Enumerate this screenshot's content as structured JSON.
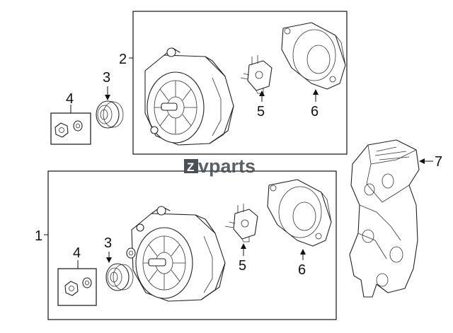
{
  "watermark": {
    "text": "vparts",
    "mark": "Z"
  },
  "callouts": {
    "c1": "1",
    "c2": "2",
    "c3_top": "3",
    "c3_bottom": "3",
    "c4_top": "4",
    "c4_bottom": "4",
    "c5_top": "5",
    "c5_bottom": "5",
    "c6_top": "6",
    "c6_bottom": "6",
    "c7": "7"
  },
  "icons": [
    "alternator-illustration",
    "pulley-illustration",
    "nut-washer-illustration",
    "regulator-illustration",
    "rear-cover-illustration",
    "mounting-bracket-illustration"
  ]
}
